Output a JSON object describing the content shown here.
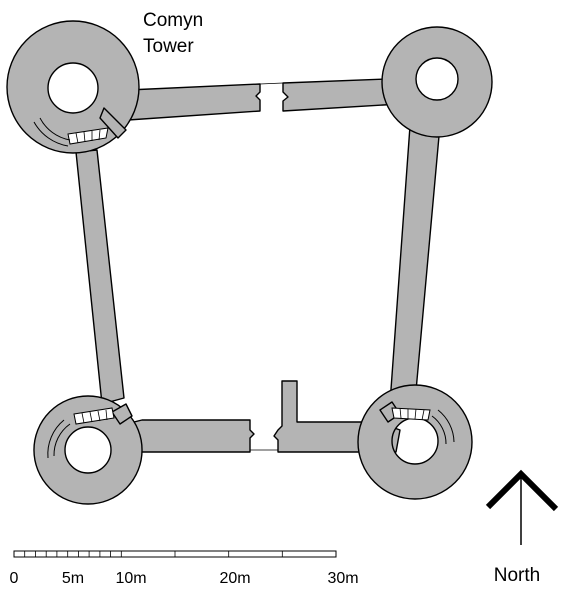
{
  "plan": {
    "tower_label_line1": "Comyn",
    "tower_label_line2": "Tower",
    "wall_fill": "#b4b4b4",
    "outline": "#000000"
  },
  "scale_bar": {
    "ticks": [
      "0",
      "5m",
      "10m",
      "20m",
      "30m"
    ]
  },
  "north": {
    "label": "North"
  }
}
